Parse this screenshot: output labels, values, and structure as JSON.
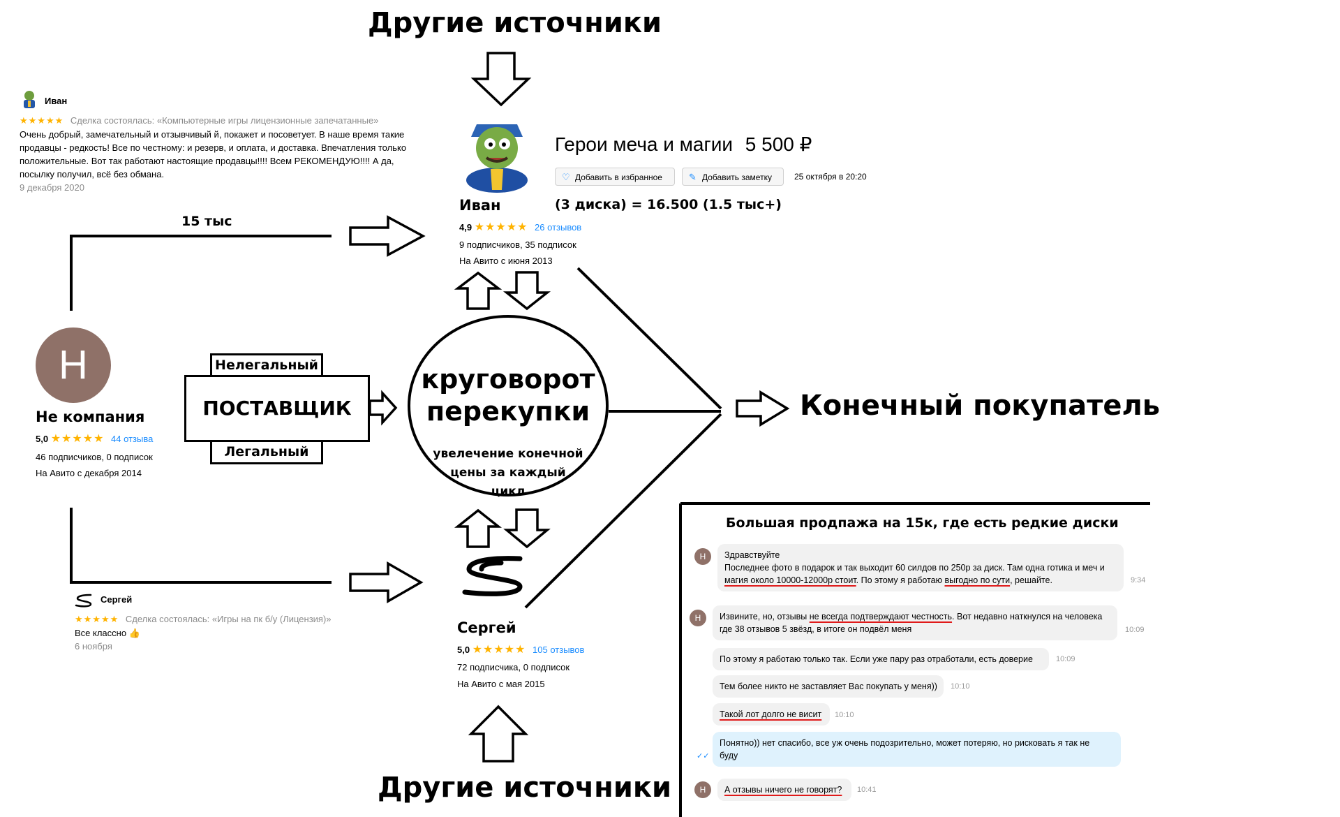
{
  "titles": {
    "other_sources_top": "Другие источники",
    "other_sources_bottom": "Другие источники",
    "final_buyer": "Конечный покупатель",
    "price_15k": "15 тыс"
  },
  "supplier": {
    "illegal": "Нелегальный",
    "main": "ПОСТАВЩИК",
    "legal": "Легальный"
  },
  "cycle": {
    "line1": "круговорот",
    "line2": "перекупки",
    "sub1": "увелечение конечной",
    "sub2": "цены за каждый",
    "sub3": "цикл"
  },
  "review_ivan": {
    "name": "Иван",
    "stars": "★★★★★",
    "deal": "Сделка состоялась: «Компьютерные игры лицензионные запечатанные»",
    "text1": "Очень добрый, замечательный и отзывчивый й, покажет и посоветует. В наше время такие",
    "text2": "продавцы - редкость! Все по честному: и резерв, и оплата, и доставка. Впечатления только",
    "text3": "положительные. Вот так работают настоящие продавцы!!!! Всем РЕКОМЕНДУЮ!!!! А да,",
    "text4": "посылку получил, всё без обмана.",
    "date": "9 декабря 2020"
  },
  "ivan": {
    "name": "Иван",
    "rating": "4,9",
    "stars": "★★★★★",
    "reviews": "26 отзывов",
    "subs": "9 подписчиков, 35 подписок",
    "since": "На Авито с июня 2013"
  },
  "listing": {
    "title": "Герои меча и магии",
    "price": "5 500 ₽",
    "fav_button": "Добавить в избранное",
    "note_button": "Добавить заметку",
    "date": "25 октября в 20:20",
    "summary": "(3 диска) = 16.500 (1.5 тыс+)"
  },
  "company": {
    "avatar_letter": "Н",
    "name": "Не компания",
    "rating": "5,0",
    "stars": "★★★★★",
    "reviews": "44 отзыва",
    "subs": "46 подписчиков, 0 подписок",
    "since": "На Авито с декабря 2014"
  },
  "review_sergey": {
    "name": "Сергей",
    "stars": "★★★★★",
    "deal": "Сделка состоялась: «Игры на пк б/у (Лицензия)»",
    "text": "Все классно 👍",
    "date": "6 ноября"
  },
  "sergey": {
    "name": "Сергей",
    "rating": "5,0",
    "stars": "★★★★★",
    "reviews": "105 отзывов",
    "subs": "72 подписчика, 0 подписок",
    "since": "На Авито с мая 2015"
  },
  "chat": {
    "title": "Большая продпажа на 15к, где есть редкие диски",
    "avatar_letter": "Н",
    "m1_line1": "Здравствуйте",
    "m1_line2": "Последнее фото в подарок и так выходит 60 силдов по 250р за диск. Там одна готика и меч и",
    "m1_l3a": "магия около 10000-12000р стоит",
    "m1_l3b": ". По этому я работаю ",
    "m1_l3c": "выгодно по сути",
    "m1_l3d": ", решайте.",
    "m1_time": "9:34",
    "m2_l1a": "Извините, но, отзывы ",
    "m2_l1b": "не всегда подтверждают честность",
    "m2_l1c": ". Вот недавно наткнулся на человека",
    "m2_line2": "где 38 отзывов 5 звёзд, в итоге он подвёл меня",
    "m2_time": "10:09",
    "m3": "По этому я работаю только так. Если уже пару раз отработали, есть доверие",
    "m3_time": "10:09",
    "m4": "Тем более никто не заставляет Вас покупать у меня))",
    "m4_time": "10:10",
    "m5": "Такой лот долго не висит",
    "m5_time": "10:10",
    "m6_line1": "Понятно)) нет спасибо, все уж очень подозрительно, может потеряю, но рисковать я так не",
    "m6_line2": "буду",
    "m6_check": "✓✓",
    "m7": "А отзывы ничего не говорят?",
    "m7_time": "10:41"
  },
  "colors": {
    "star": "#ffb300",
    "link": "#1a8cff",
    "avatar": "#8f7168",
    "underline": "#e01a1a",
    "bubble": "#f1f1f1",
    "bubble_mine": "#dff2fd"
  }
}
